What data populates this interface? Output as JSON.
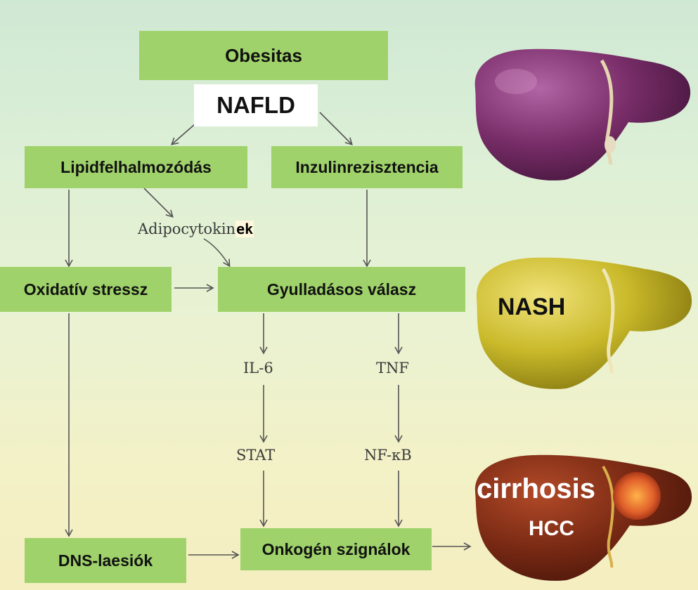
{
  "nodes": {
    "obesitas": "Obesitas",
    "nafld": "NAFLD",
    "lipid": "Lipidfelhalmozódás",
    "inzulin": "Inzulinrezisztencia",
    "adipo_main": "Adipocytokin",
    "adipo_suffix": "ek",
    "oxidativ": "Oxidatív stressz",
    "gyulladasos": "Gyulladásos válasz",
    "il6": "IL-6",
    "tnf": "TNF",
    "stat": "STAT",
    "nfkb": "NF-κB",
    "dns": "DNS-laesiók",
    "onkogen": "Onkogén szignálok"
  },
  "organs": {
    "nash": "NASH",
    "cirrhosis": "cirrhosis",
    "hcc": "HCC"
  },
  "colors": {
    "box_green": "#9fd26a",
    "liver_healthy": "#7a2e6a",
    "liver_nash": "#c9b92a",
    "liver_cirrhosis": "#7a2a14",
    "arrow": "#555555"
  }
}
